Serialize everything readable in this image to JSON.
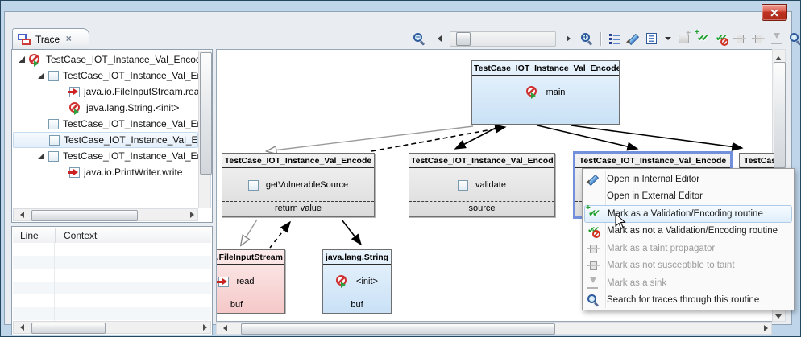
{
  "chrome": {
    "window_close_icon": "window-close"
  },
  "tab": {
    "icon": "trace-icon",
    "label": "Trace",
    "close_icon": "tab-close"
  },
  "toolbar": {
    "icons": [
      "zoom-out",
      "scroll-left",
      "zoom-slider",
      "scroll-right",
      "zoom-in",
      "show-outline-list",
      "edit-pencil",
      "report-document",
      "report-dropdown",
      "snapshot-disabled",
      "mark-validation-encoding",
      "mark-not-validation-encoding",
      "taint-propagator-disabled",
      "not-susceptible-disabled",
      "sink-disabled",
      "search"
    ]
  },
  "tree": {
    "items": [
      {
        "row_cls": "trow i0",
        "exp_cls": "exp open",
        "icon_cls": "ticon ic-noentry",
        "label": "TestCase_IOT_Instance_Val_Encode.main"
      },
      {
        "row_cls": "trow i1",
        "exp_cls": "exp open",
        "icon_cls": "ticon ic-checkbox",
        "label": "TestCase_IOT_Instance_Val_Encode"
      },
      {
        "row_cls": "trow i2",
        "exp_cls": "exp none",
        "icon_cls": "ticon ic-arrowin",
        "label": "java.io.FileInputStream.read"
      },
      {
        "row_cls": "trow i2",
        "exp_cls": "exp none",
        "icon_cls": "ticon ic-noentry",
        "label": "java.lang.String.<init>"
      },
      {
        "row_cls": "trow i1",
        "exp_cls": "exp none",
        "icon_cls": "ticon ic-checkbox",
        "label": "TestCase_IOT_Instance_Val_Encode"
      },
      {
        "row_cls": "trow i1 sel",
        "exp_cls": "exp none",
        "icon_cls": "ticon ic-checkbox",
        "label": "TestCase_IOT_Instance_Val_Encode"
      },
      {
        "row_cls": "trow i1",
        "exp_cls": "exp open",
        "icon_cls": "ticon ic-checkbox",
        "label": "TestCase_IOT_Instance_Val_Encode"
      },
      {
        "row_cls": "trow i2",
        "exp_cls": "exp none",
        "icon_cls": "ticon ic-arrowin",
        "label": "java.io.PrintWriter.write"
      }
    ]
  },
  "table": {
    "columns": {
      "line": "Line",
      "context": "Context"
    }
  },
  "diagram": {
    "nodes": [
      {
        "title": "TestCase_IOT_Instance_Val_Encode",
        "member": "main",
        "member_icon": "ticon ic-noentry",
        "footer": ""
      },
      {
        "title": "TestCase_IOT_Instance_Val_Encode",
        "member": "getVulnerableSource",
        "member_icon": "ticon ic-checkbox",
        "footer": "return value"
      },
      {
        "title": "TestCase_IOT_Instance_Val_Encode",
        "member": "validate",
        "member_icon": "ticon ic-checkbox",
        "footer": "source"
      },
      {
        "title": "TestCase_IOT_Instance_Val_Encode",
        "member": "",
        "member_icon": "hide",
        "footer": ""
      },
      {
        "title": "TestCase_IOT_Instance_Val_Encode",
        "member": "",
        "member_icon": "hide",
        "footer": ""
      },
      {
        "title": "java.io.FileInputStream",
        "member": "read",
        "member_icon": "ticon ic-arrowin",
        "footer": "buf"
      },
      {
        "title": "java.lang.String",
        "member": "<init>",
        "member_icon": "ticon ic-noentry",
        "footer": "buf"
      }
    ]
  },
  "menu": {
    "items": [
      {
        "row_cls": "mrow",
        "icon_cls": "mi i-pencil",
        "label": "Open in Internal Editor",
        "mnemonic": true
      },
      {
        "row_cls": "mrow",
        "icon_cls": "mi",
        "label": "Open in External Editor"
      },
      {
        "row_cls": "mrow hi",
        "icon_cls": "mi i-val",
        "label": "Mark as a Validation/Encoding routine"
      },
      {
        "row_cls": "mrow",
        "icon_cls": "mi i-notval",
        "label": "Mark as not a Validation/Encoding routine"
      },
      {
        "row_cls": "mrow dis",
        "icon_cls": "mi i-prop",
        "label": "Mark as a taint propagator"
      },
      {
        "row_cls": "mrow dis",
        "icon_cls": "mi i-prop",
        "label": "Mark as not susceptible to taint"
      },
      {
        "row_cls": "mrow dis",
        "icon_cls": "mi i-sink",
        "label": "Mark as a sink"
      },
      {
        "row_cls": "mrow",
        "icon_cls": "mi i-mag i-search",
        "label": "Search for traces through this routine"
      }
    ]
  },
  "colors": {
    "node_blue": "#cde3f6",
    "node_gray": "#e2e2e2",
    "node_pink": "#f6caca",
    "selected_node_border": "#7390dc",
    "menu_highlight": "#dfeefb",
    "frame_blue": "#bed5ea"
  }
}
